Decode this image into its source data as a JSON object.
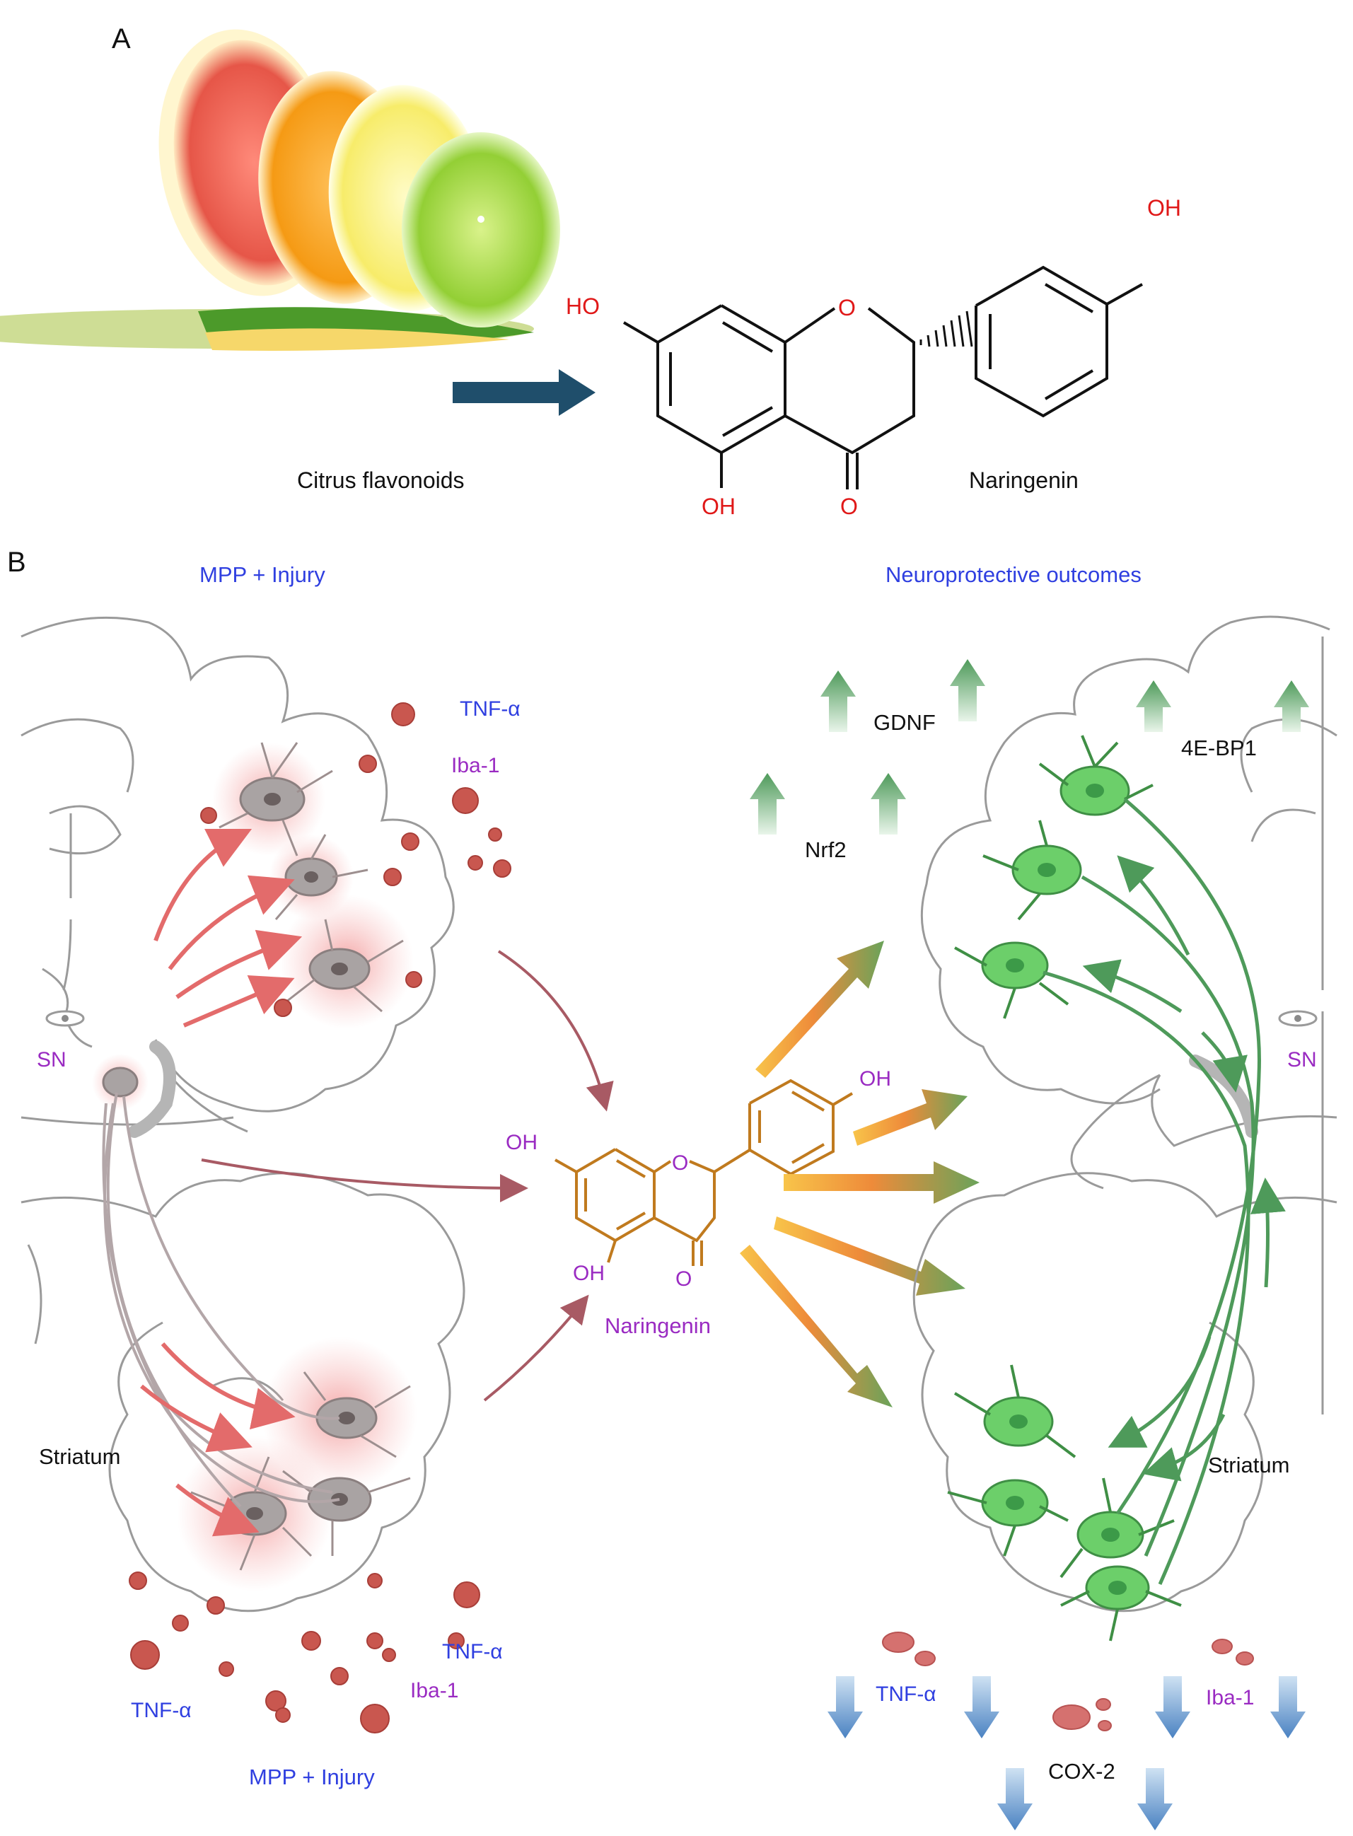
{
  "panels": {
    "a": {
      "letter": "A"
    },
    "b": {
      "letter": "B"
    }
  },
  "panel_a": {
    "source_label": "Citrus flavonoids",
    "compound_label": "Naringenin",
    "atoms": {
      "ring_o": "O",
      "oh_top": "OH",
      "ho_left": "HO",
      "oh_bottom": "OH",
      "carbonyl_o": "O"
    }
  },
  "panel_b": {
    "left_top_title": "MPP + Injury",
    "left_bottom_title": "MPP + Injury",
    "right_top_title": "Neuroprotective outcomes",
    "left": {
      "tnf_top": "TNF-α",
      "iba_top": "Iba-1",
      "sn": "SN",
      "striatum": "Striatum",
      "tnf_bottom_right": "TNF-α",
      "iba_bottom": "Iba-1",
      "tnf_bottom_left": "TNF-α"
    },
    "center": {
      "compound_label": "Naringenin",
      "oh_left": "OH",
      "oh_bottom": "OH",
      "oh_right": "OH",
      "ring_o": "O",
      "carbonyl_o": "O"
    },
    "right": {
      "gdnf": "GDNF",
      "fourebp1": "4E-BP1",
      "nrf2": "Nrf2",
      "sn": "SN",
      "striatum": "Striatum",
      "tnf": "TNF-α",
      "iba": "Iba-1",
      "cox2": "COX-2"
    }
  },
  "colors": {
    "label_blue": "#2f3fe0",
    "label_purple": "#9a2bc2",
    "heteroatom_red": "#e01818",
    "compound_orange": "#c07a1e",
    "up_arrow_green": "#4e9a5a",
    "down_arrow_blue": "#5b8fc8",
    "injured_cell": "#c9574f",
    "healthy_neuron": "#6ccf6a"
  }
}
